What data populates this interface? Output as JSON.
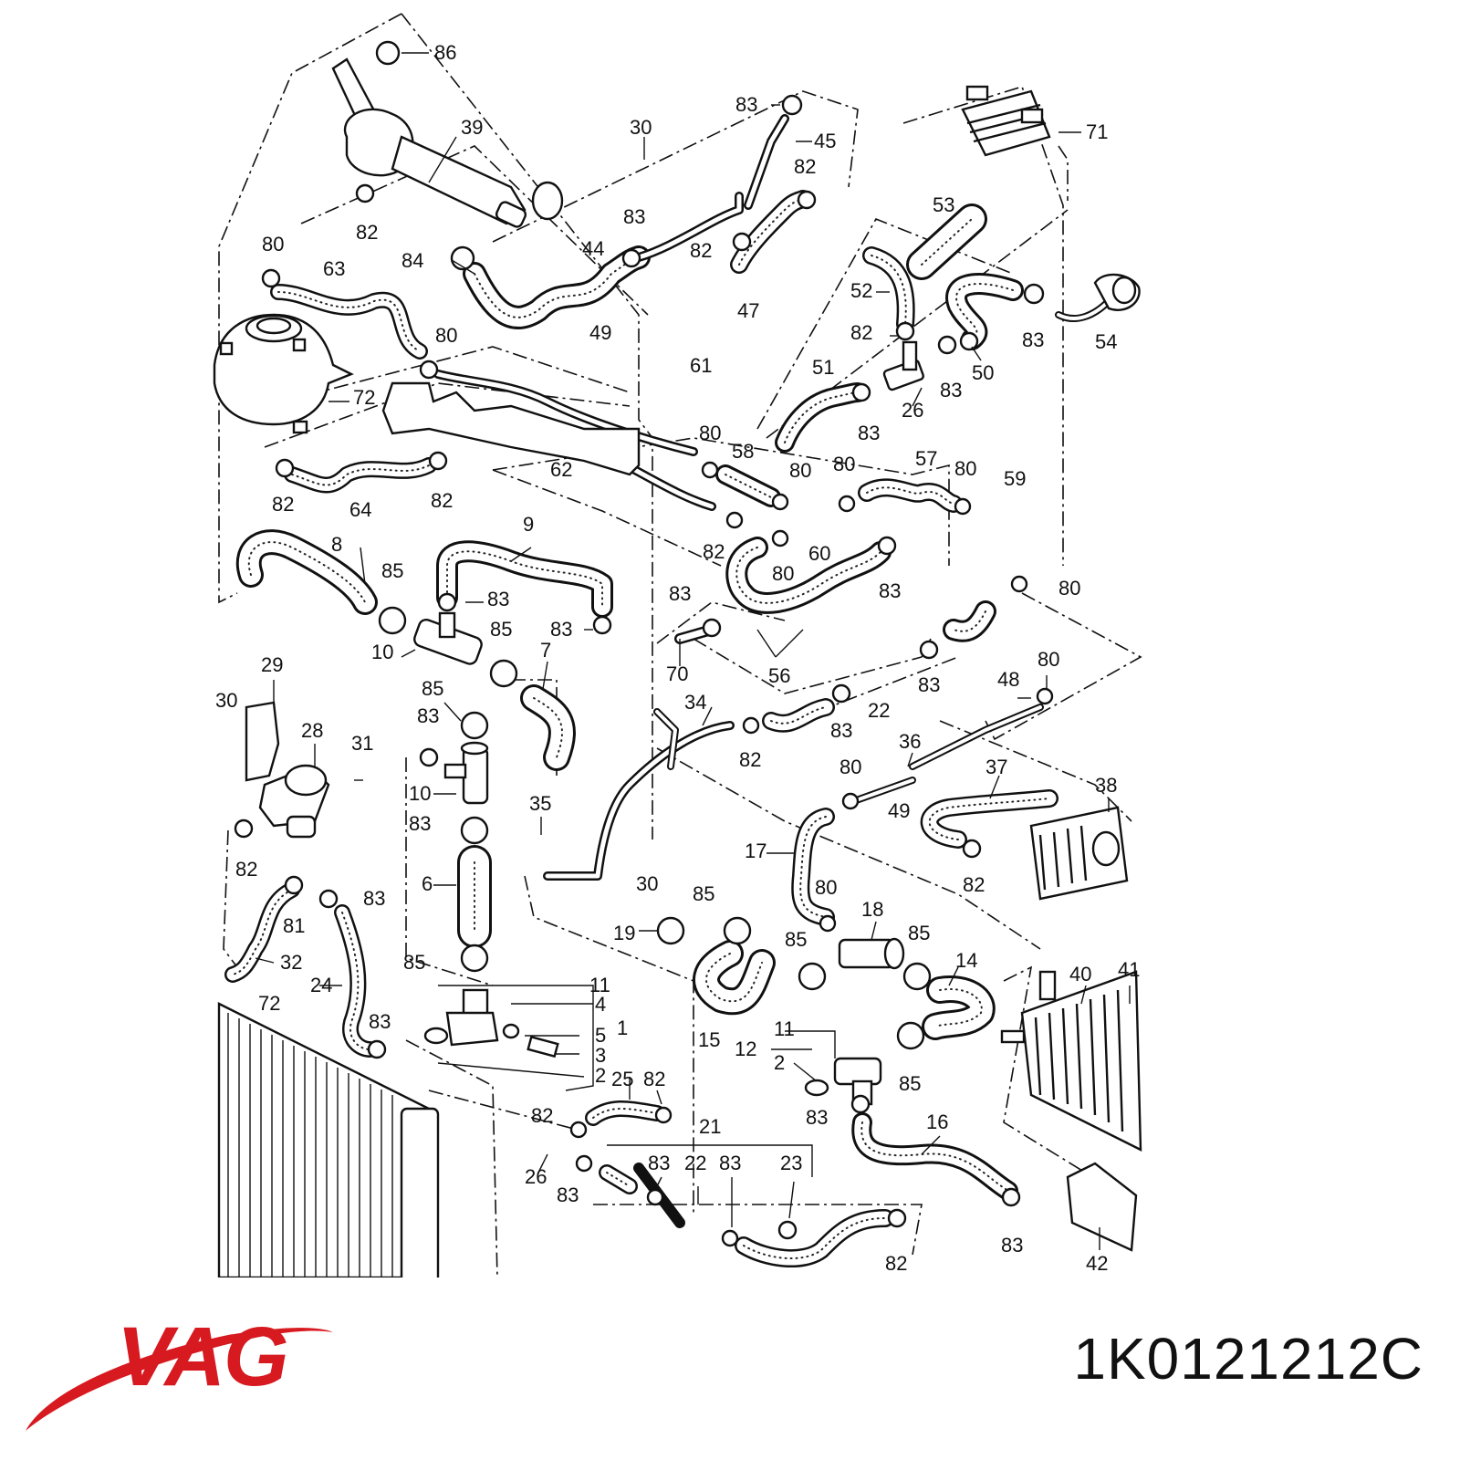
{
  "brand": {
    "name": "VAG",
    "color": "#d71920"
  },
  "part_number": "1K0121212C",
  "callouts": [
    {
      "id": "c1",
      "text": "86"
    },
    {
      "id": "c2",
      "text": "39"
    },
    {
      "id": "c3",
      "text": "82"
    },
    {
      "id": "c4",
      "text": "84"
    },
    {
      "id": "c5",
      "text": "30"
    },
    {
      "id": "c6",
      "text": "83"
    },
    {
      "id": "c7",
      "text": "44"
    },
    {
      "id": "c8",
      "text": "83"
    },
    {
      "id": "c9",
      "text": "45"
    },
    {
      "id": "c10",
      "text": "82"
    },
    {
      "id": "c11",
      "text": "82"
    },
    {
      "id": "c12",
      "text": "47"
    },
    {
      "id": "c13",
      "text": "71"
    },
    {
      "id": "c14",
      "text": "53"
    },
    {
      "id": "c15",
      "text": "52"
    },
    {
      "id": "c16",
      "text": "82"
    },
    {
      "id": "c17",
      "text": "83"
    },
    {
      "id": "c18",
      "text": "54"
    },
    {
      "id": "c19",
      "text": "50"
    },
    {
      "id": "c20",
      "text": "51"
    },
    {
      "id": "c21",
      "text": "83"
    },
    {
      "id": "c22",
      "text": "83"
    },
    {
      "id": "c23",
      "text": "26"
    },
    {
      "id": "c24",
      "text": "80"
    },
    {
      "id": "c25",
      "text": "63"
    },
    {
      "id": "c26",
      "text": "80"
    },
    {
      "id": "c27",
      "text": "72"
    },
    {
      "id": "c28",
      "text": "49"
    },
    {
      "id": "c29",
      "text": "61"
    },
    {
      "id": "c30",
      "text": "82"
    },
    {
      "id": "c31",
      "text": "64"
    },
    {
      "id": "c32",
      "text": "82"
    },
    {
      "id": "c33",
      "text": "62"
    },
    {
      "id": "c34",
      "text": "80"
    },
    {
      "id": "c35",
      "text": "58"
    },
    {
      "id": "c36",
      "text": "80"
    },
    {
      "id": "c37",
      "text": "80"
    },
    {
      "id": "c38",
      "text": "57"
    },
    {
      "id": "c39",
      "text": "80"
    },
    {
      "id": "c40",
      "text": "59"
    },
    {
      "id": "c41",
      "text": "82"
    },
    {
      "id": "c42",
      "text": "60"
    },
    {
      "id": "c43",
      "text": "80"
    },
    {
      "id": "c44",
      "text": "83"
    },
    {
      "id": "c45",
      "text": "80"
    },
    {
      "id": "c46",
      "text": "8"
    },
    {
      "id": "c47",
      "text": "9"
    },
    {
      "id": "c48",
      "text": "85"
    },
    {
      "id": "c49",
      "text": "83"
    },
    {
      "id": "c50",
      "text": "85"
    },
    {
      "id": "c51",
      "text": "83"
    },
    {
      "id": "c52",
      "text": "10"
    },
    {
      "id": "c53",
      "text": "7"
    },
    {
      "id": "c54",
      "text": "83"
    },
    {
      "id": "c55",
      "text": "70"
    },
    {
      "id": "c56",
      "text": "56"
    },
    {
      "id": "c57",
      "text": "83"
    },
    {
      "id": "c58",
      "text": "22"
    },
    {
      "id": "c59",
      "text": "80"
    },
    {
      "id": "c60",
      "text": "48"
    },
    {
      "id": "c61",
      "text": "29"
    },
    {
      "id": "c62",
      "text": "30"
    },
    {
      "id": "c63",
      "text": "28"
    },
    {
      "id": "c64",
      "text": "31"
    },
    {
      "id": "c65",
      "text": "85"
    },
    {
      "id": "c66",
      "text": "83"
    },
    {
      "id": "c67",
      "text": "10"
    },
    {
      "id": "c68",
      "text": "34"
    },
    {
      "id": "c69",
      "text": "82"
    },
    {
      "id": "c70",
      "text": "83"
    },
    {
      "id": "c71",
      "text": "36"
    },
    {
      "id": "c72",
      "text": "80"
    },
    {
      "id": "c73",
      "text": "37"
    },
    {
      "id": "c74",
      "text": "49"
    },
    {
      "id": "c75",
      "text": "38"
    },
    {
      "id": "c76",
      "text": "35"
    },
    {
      "id": "c77",
      "text": "83"
    },
    {
      "id": "c78",
      "text": "6"
    },
    {
      "id": "c79",
      "text": "82"
    },
    {
      "id": "c80",
      "text": "83"
    },
    {
      "id": "c81",
      "text": "81"
    },
    {
      "id": "c82",
      "text": "32"
    },
    {
      "id": "c83",
      "text": "30"
    },
    {
      "id": "c84",
      "text": "17"
    },
    {
      "id": "c85",
      "text": "82"
    },
    {
      "id": "c86",
      "text": "85"
    },
    {
      "id": "c87",
      "text": "80"
    },
    {
      "id": "c88",
      "text": "19"
    },
    {
      "id": "c89",
      "text": "18"
    },
    {
      "id": "c90",
      "text": "85"
    },
    {
      "id": "c91",
      "text": "85"
    },
    {
      "id": "c92",
      "text": "85"
    },
    {
      "id": "c93",
      "text": "14"
    },
    {
      "id": "c94",
      "text": "40"
    },
    {
      "id": "c95",
      "text": "41"
    },
    {
      "id": "c96",
      "text": "24"
    },
    {
      "id": "c97",
      "text": "11"
    },
    {
      "id": "c98",
      "text": "4"
    },
    {
      "id": "c99",
      "text": "5"
    },
    {
      "id": "c100",
      "text": "1"
    },
    {
      "id": "c101",
      "text": "3"
    },
    {
      "id": "c102",
      "text": "2"
    },
    {
      "id": "c103",
      "text": "15"
    },
    {
      "id": "c104",
      "text": "12"
    },
    {
      "id": "c105",
      "text": "11"
    },
    {
      "id": "c106",
      "text": "2"
    },
    {
      "id": "c107",
      "text": "85"
    },
    {
      "id": "c108",
      "text": "72"
    },
    {
      "id": "c109",
      "text": "83"
    },
    {
      "id": "c110",
      "text": "25"
    },
    {
      "id": "c111",
      "text": "82"
    },
    {
      "id": "c112",
      "text": "82"
    },
    {
      "id": "c113",
      "text": "83"
    },
    {
      "id": "c114",
      "text": "16"
    },
    {
      "id": "c115",
      "text": "21"
    },
    {
      "id": "c116",
      "text": "26"
    },
    {
      "id": "c117",
      "text": "83"
    },
    {
      "id": "c118",
      "text": "22"
    },
    {
      "id": "c119",
      "text": "83"
    },
    {
      "id": "c120",
      "text": "23"
    },
    {
      "id": "c121",
      "text": "83"
    },
    {
      "id": "c122",
      "text": "82"
    },
    {
      "id": "c123",
      "text": "83"
    },
    {
      "id": "c124",
      "text": "42"
    }
  ]
}
